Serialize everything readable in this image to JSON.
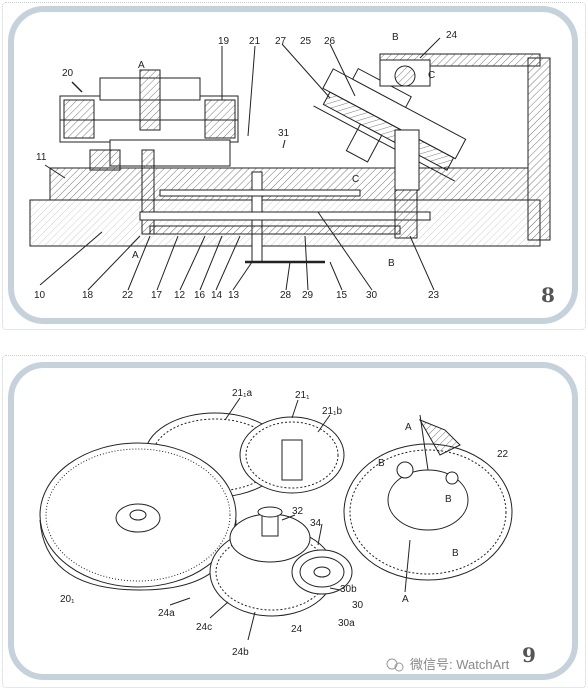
{
  "figure8": {
    "number": "8",
    "labels": [
      "19",
      "21",
      "27",
      "25",
      "26",
      "B",
      "24",
      "20",
      "A",
      "C",
      "31",
      "11",
      "C",
      "A",
      "B",
      "10",
      "18",
      "22",
      "17",
      "12",
      "16",
      "14",
      "13",
      "28",
      "29",
      "15",
      "30",
      "23"
    ]
  },
  "figure9": {
    "number": "9",
    "labels": [
      "21₁a",
      "21₁",
      "21₁b",
      "A",
      "22",
      "B",
      "B",
      "32",
      "34",
      "30b",
      "30",
      "B",
      "A",
      "20₁",
      "24a",
      "24c",
      "24",
      "30a",
      "24b"
    ]
  },
  "watermark": "微信号: WatchArt"
}
